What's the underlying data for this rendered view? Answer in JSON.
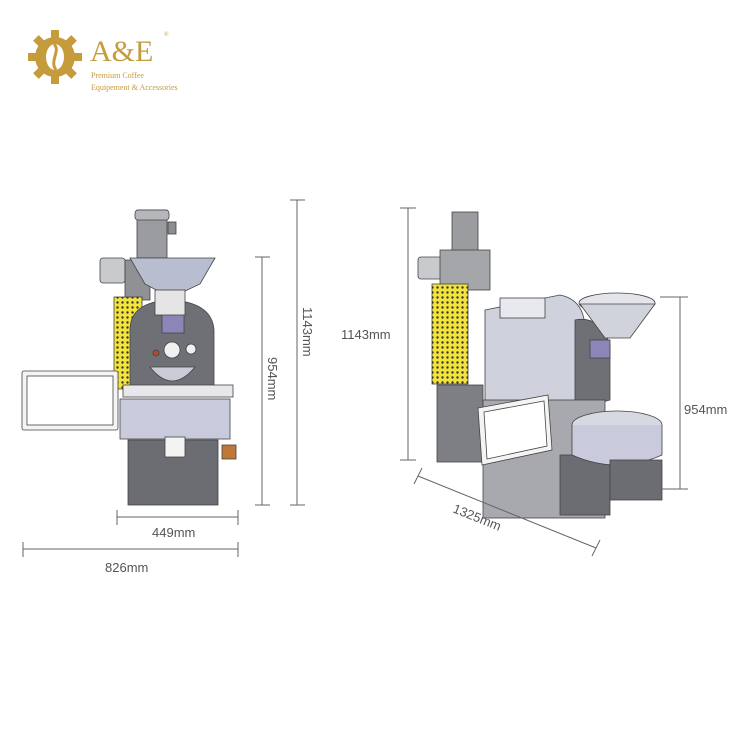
{
  "logo": {
    "brand": "A&E",
    "trademark": "®",
    "tagline_line1": "Premium Coffee",
    "tagline_line2": "Equipement & Accessories"
  },
  "dimensions": {
    "front_total_height": "1143mm",
    "front_body_height": "954mm",
    "front_body_width": "449mm",
    "front_total_width": "826mm",
    "side_total_height": "1143mm",
    "side_body_height": "954mm",
    "side_depth": "1325mm"
  },
  "colors": {
    "gold": "#c59b3c",
    "yellow_cylinder": "#f2e43a",
    "steel": "#8a8d93",
    "dim_line": "#666666"
  }
}
